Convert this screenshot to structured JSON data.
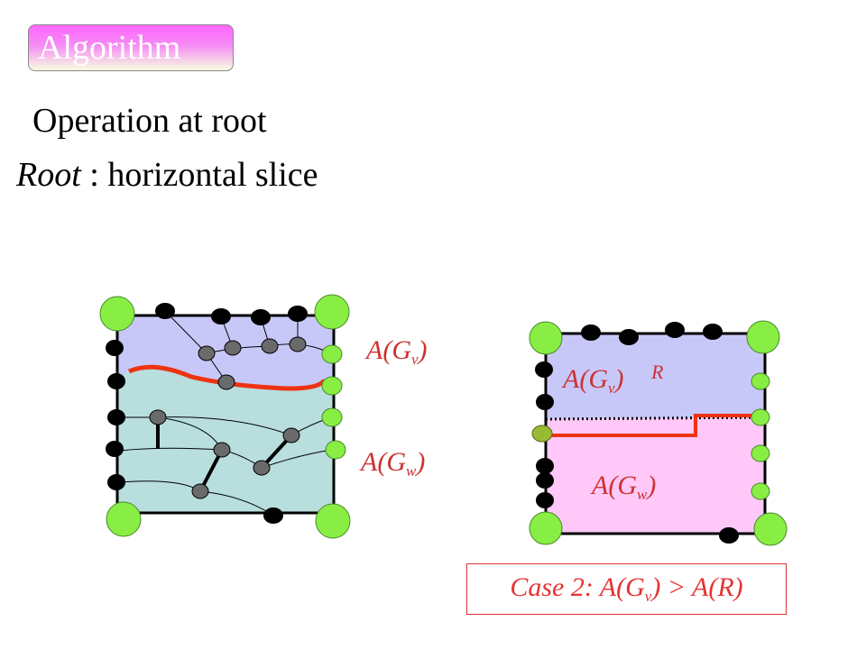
{
  "header": {
    "badge_label": "Algorithm"
  },
  "slide": {
    "subtitle": "Operation at root",
    "root_term": "Root",
    "root_desc": ": horizontal slice"
  },
  "left_diagram": {
    "label_top": {
      "base": "A(G",
      "sub": "v",
      "close": ")"
    },
    "label_bottom": {
      "base": "A(G",
      "sub": "w",
      "close": ")"
    }
  },
  "right_diagram": {
    "label_top": {
      "base": "A(G",
      "sub": "v",
      "close": ")"
    },
    "label_r": "R",
    "label_bottom": {
      "base": "A(G",
      "sub": "w",
      "close": ")"
    }
  },
  "case_box": {
    "prefix": "Case 2:  A(G",
    "sub": "v",
    "suffix": ") > A(R)"
  },
  "colors": {
    "upper_region": "#c8c8f8",
    "lower_left_region": "#b8dede",
    "lower_right_region": "#ffc8f8",
    "separator": "#ee3311",
    "corner_node": "#88ee44",
    "label_red": "#cc3333"
  }
}
